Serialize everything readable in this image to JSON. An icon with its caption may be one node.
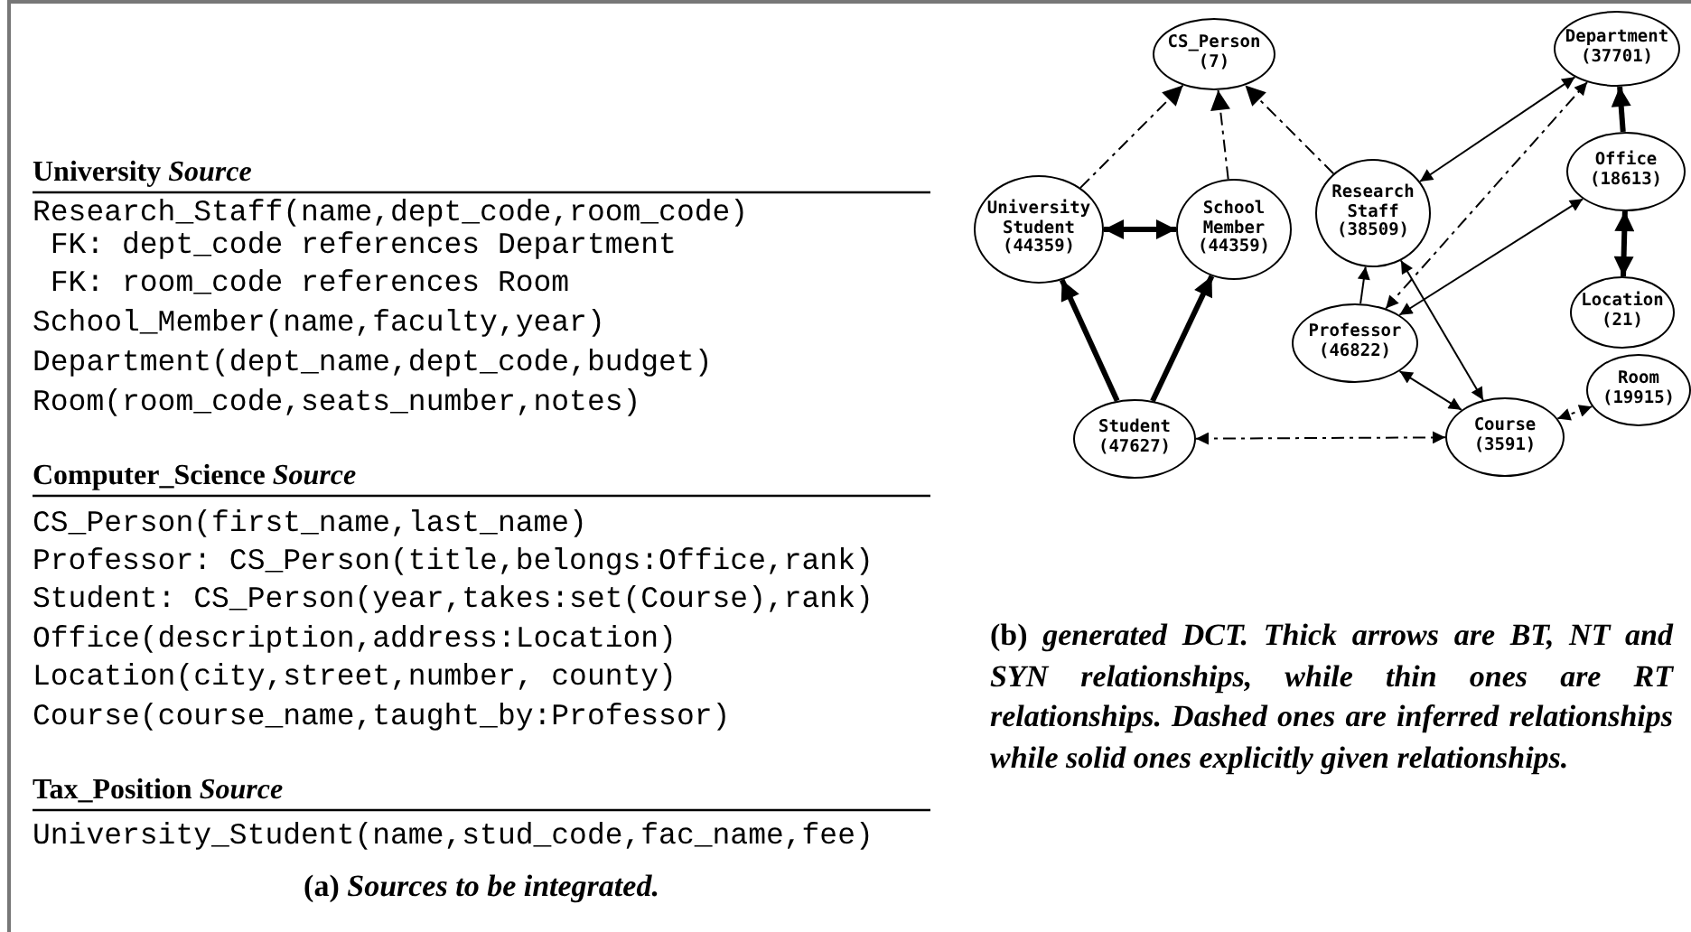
{
  "diagram": {
    "nodes": [
      {
        "text": [
          "CS_Person",
          "(7)"
        ]
      },
      {
        "text": [
          "Department",
          "(37701)"
        ]
      },
      {
        "text": [
          "Office",
          "(18613)"
        ]
      },
      {
        "text": [
          "University Student",
          "(44359)"
        ]
      },
      {
        "text": [
          "School Member",
          "(44359)"
        ]
      },
      {
        "text": [
          "Research Staff",
          "(38509)"
        ]
      },
      {
        "text": [
          "Location",
          "(21)"
        ]
      },
      {
        "text": [
          "Professor",
          "(46822)"
        ]
      },
      {
        "text": [
          "Room",
          "(19915)"
        ]
      },
      {
        "text": [
          "Student",
          "(47627)"
        ]
      },
      {
        "text": [
          "Course",
          "(3591)"
        ]
      }
    ],
    "edges": [
      {
        "from": 3,
        "to": 0,
        "arrow": "to",
        "style": "dashed"
      },
      {
        "from": 4,
        "to": 0,
        "arrow": "to",
        "style": "dashed"
      },
      {
        "from": 5,
        "to": 0,
        "arrow": "to",
        "style": "dashed"
      },
      {
        "from": 3,
        "to": 4,
        "arrow": "both",
        "style": "thick"
      },
      {
        "from": 9,
        "to": 3,
        "arrow": "to",
        "style": "thick"
      },
      {
        "from": 9,
        "to": 4,
        "arrow": "to",
        "style": "thick"
      },
      {
        "from": 5,
        "to": 1,
        "arrow": "both"
      },
      {
        "from": 7,
        "to": 1,
        "arrow": "both",
        "style": "dashed"
      },
      {
        "from": 7,
        "to": 2,
        "arrow": "both"
      },
      {
        "from": 2,
        "to": 1,
        "arrow": "to",
        "style": "thick"
      },
      {
        "from": 2,
        "to": 6,
        "arrow": "both",
        "style": "thick"
      },
      {
        "from": 7,
        "to": 5,
        "arrow": "to"
      },
      {
        "from": 5,
        "to": 10,
        "arrow": "both"
      },
      {
        "from": 7,
        "to": 10,
        "arrow": "both"
      },
      {
        "from": 8,
        "to": 10,
        "arrow": "both",
        "style": "dashed"
      },
      {
        "from": 9,
        "to": 10,
        "arrow": "both",
        "style": "dashed"
      }
    ],
    "labels": [
      "University *Source*",
      "Research_Staff(name,dept_code,room_code)",
      " FK: dept_code references Department",
      " FK: room_code references Room",
      "School_Member(name,faculty,year)",
      "Department(dept_name,dept_code,budget)",
      "Room(room_code,seats_number,notes)",
      "Computer_Science *Source*",
      "CS_Person(first_name,last_name)",
      "Professor: CS_Person(title,belongs:Office,rank)",
      "Student: CS_Person(year,takes:set(Course),rank)",
      "Office(description,address:Location)",
      "Location(city,street,number, county)",
      "Course(course_name,taught_by:Professor)",
      "Tax_Position *Source*",
      "University_Student(name,stud_code,fac_name,fee)",
      "(a) *Sources to be integrated.*",
      "(b) *generated DCT. Thick arrows are BT, NT and SYN relationships, while thin ones are RT relationships. Dashed ones are inferred relationships while solid ones explicitly given relationships.*"
    ]
  }
}
